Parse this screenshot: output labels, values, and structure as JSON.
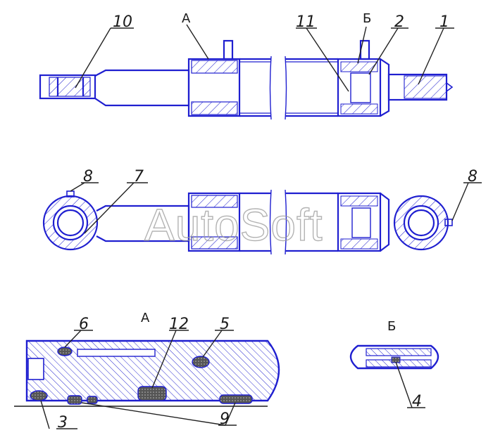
{
  "drawing": {
    "view_labels": {
      "a_top": "А",
      "b_top": "Б",
      "a_detail": "А",
      "b_detail": "Б"
    },
    "callouts": {
      "c10": "10",
      "c11": "11",
      "c2": "2",
      "c1": "1",
      "c8_left": "8",
      "c7": "7",
      "c8_right": "8",
      "c6": "6",
      "c12": "12",
      "c5": "5",
      "c3": "3",
      "c9": "9",
      "c4": "4"
    },
    "watermark": "AutoSoft"
  },
  "colors": {
    "outline": "#1f1fd0",
    "hatch": "#2a2acf",
    "leader": "#222222",
    "seal_fill": "#3c3c3c",
    "background": "#ffffff"
  }
}
